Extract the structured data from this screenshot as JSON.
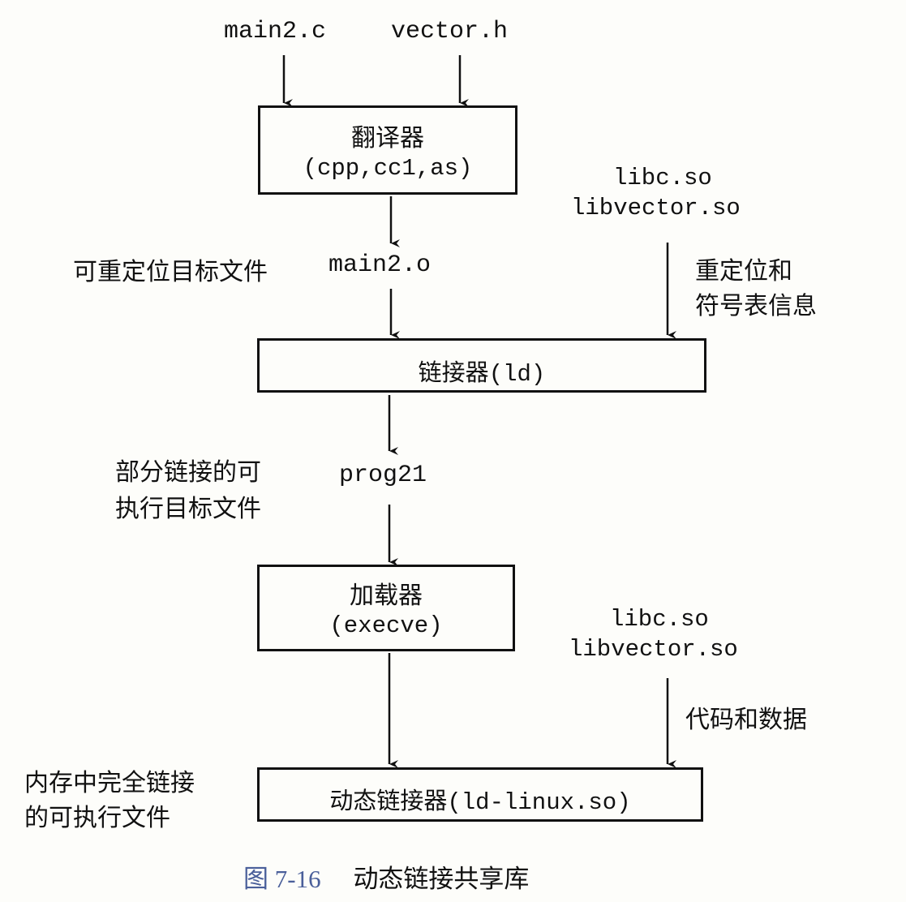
{
  "inputs": {
    "main_c": "main2.c",
    "vector_h": "vector.h"
  },
  "translator": {
    "title": "翻译器",
    "tools": "(cpp,cc1,as)"
  },
  "shared_libs_top": {
    "libc": "libc.so",
    "libvector": "libvector.so"
  },
  "reloc_object": {
    "label": "可重定位目标文件",
    "file": "main2.o"
  },
  "reloc_symbol_info": {
    "line1": "重定位和",
    "line2": "符号表信息"
  },
  "linker": {
    "title": "链接器",
    "tool": "(ld)"
  },
  "partial_exec": {
    "line1": "部分链接的可",
    "line2": "执行目标文件",
    "file": "prog21"
  },
  "loader": {
    "title": "加载器",
    "tool": "(execve)"
  },
  "shared_libs_bottom": {
    "libc": "libc.so",
    "libvector": "libvector.so"
  },
  "code_data": {
    "label": "代码和数据"
  },
  "memory_exec": {
    "line1": "内存中完全链接",
    "line2": "的可执行文件"
  },
  "dynamic_linker": {
    "title": "动态链接器",
    "tool": "(ld-linux.so)"
  },
  "caption": {
    "number": "图 7-16",
    "title": "动态链接共享库"
  },
  "colors": {
    "caption_number": "#4a5f9a",
    "ink": "#111111"
  }
}
